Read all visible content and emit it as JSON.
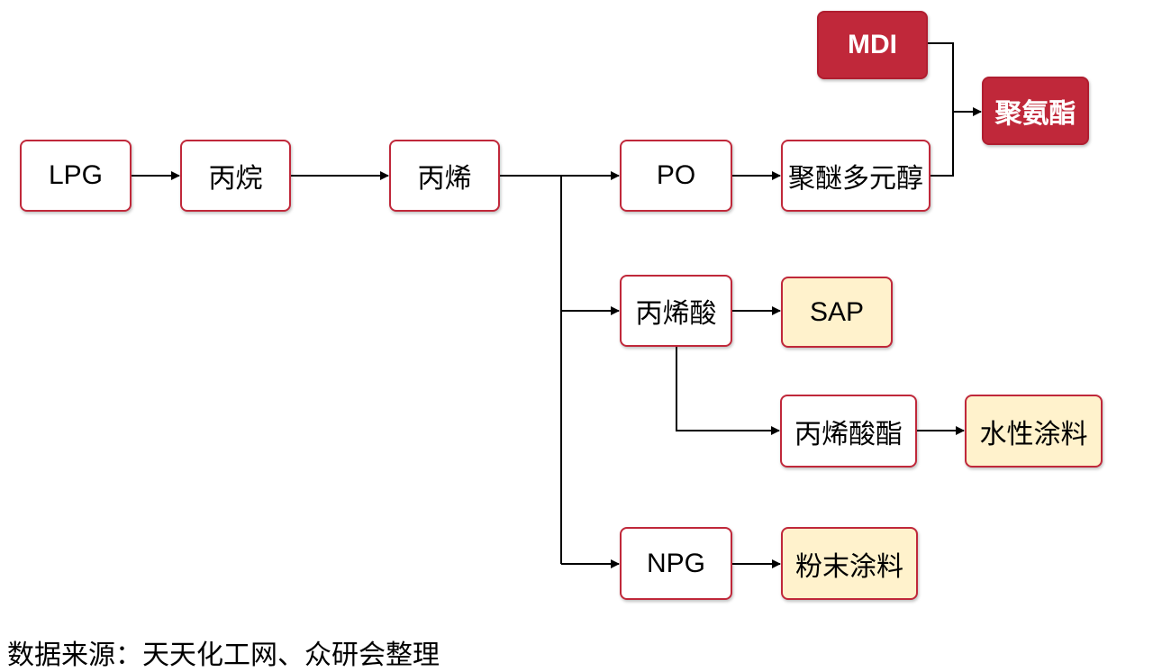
{
  "nodes": {
    "lpg": "LPG",
    "propane": "丙烷",
    "propylene": "丙烯",
    "po": "PO",
    "polyether_polyol": "聚醚多元醇",
    "mdi": "MDI",
    "polyurethane": "聚氨酯",
    "acrylic_acid": "丙烯酸",
    "sap": "SAP",
    "acrylate": "丙烯酸酯",
    "water_paint": "水性涂料",
    "npg": "NPG",
    "powder_coating": "粉末涂料"
  },
  "source_note": "数据来源：天天化工网、众研会整理",
  "colors": {
    "border": "#c0283a",
    "highlight_fill": "#c0283a",
    "product_fill": "#fff2cc",
    "line": "#000000"
  }
}
